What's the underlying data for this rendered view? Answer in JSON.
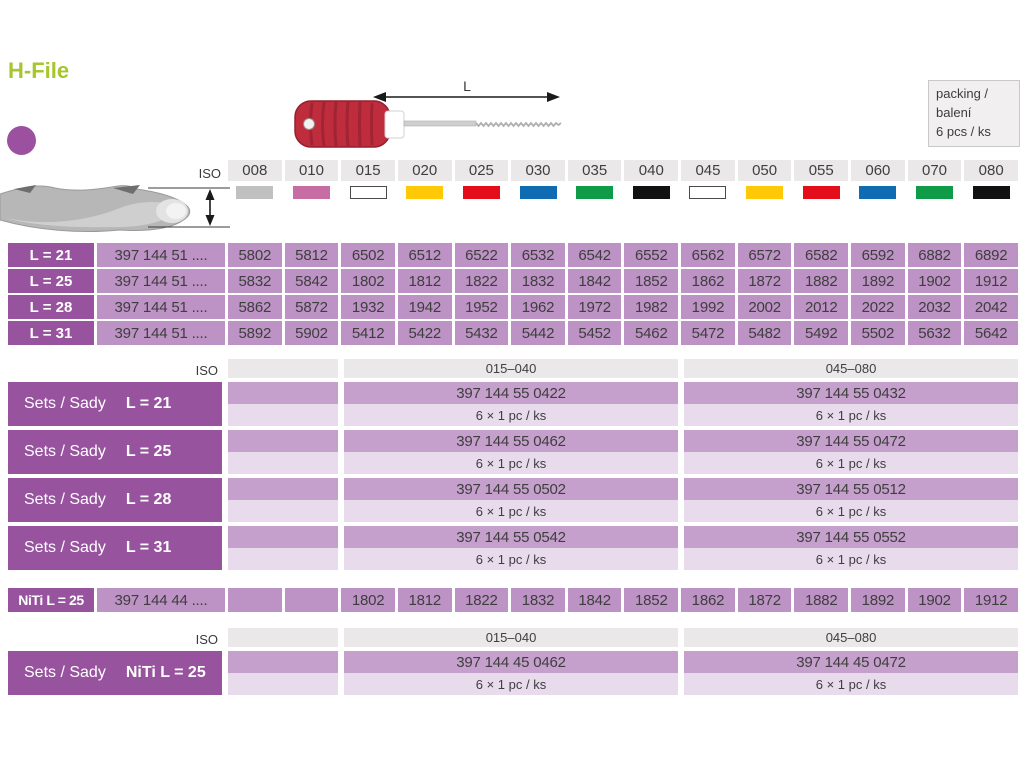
{
  "title": "H-File",
  "packing": {
    "line1": "packing / balení",
    "line2": "6 pcs / ks"
  },
  "diagram": {
    "length_label": "L"
  },
  "iso_header": {
    "label": "ISO",
    "sizes": [
      "008",
      "010",
      "015",
      "020",
      "025",
      "030",
      "035",
      "040",
      "045",
      "050",
      "055",
      "060",
      "070",
      "080"
    ],
    "colors": [
      "#c1c0c0",
      "#c76da4",
      "#ffffff",
      "#ffc907",
      "#e30e19",
      "#0f6cb2",
      "#0f9b48",
      "#111111",
      "#ffffff",
      "#ffc907",
      "#e30e19",
      "#0f6cb2",
      "#0f9b48",
      "#111111"
    ]
  },
  "main_table": {
    "rows": [
      {
        "label": "L = 21",
        "catalog": "397 144 51 ....",
        "values": [
          "5802",
          "5812",
          "6502",
          "6512",
          "6522",
          "6532",
          "6542",
          "6552",
          "6562",
          "6572",
          "6582",
          "6592",
          "6882",
          "6892"
        ]
      },
      {
        "label": "L = 25",
        "catalog": "397 144 51 ....",
        "values": [
          "5832",
          "5842",
          "1802",
          "1812",
          "1822",
          "1832",
          "1842",
          "1852",
          "1862",
          "1872",
          "1882",
          "1892",
          "1902",
          "1912"
        ]
      },
      {
        "label": "L = 28",
        "catalog": "397 144 51 ....",
        "values": [
          "5862",
          "5872",
          "1932",
          "1942",
          "1952",
          "1962",
          "1972",
          "1982",
          "1992",
          "2002",
          "2012",
          "2022",
          "2032",
          "2042"
        ]
      },
      {
        "label": "L = 31",
        "catalog": "397 144 51 ....",
        "values": [
          "5892",
          "5902",
          "5412",
          "5422",
          "5432",
          "5442",
          "5452",
          "5462",
          "5472",
          "5482",
          "5492",
          "5502",
          "5632",
          "5642"
        ]
      }
    ]
  },
  "sets_table": {
    "iso_label": "ISO",
    "col_ranges": [
      "015–040",
      "045–080"
    ],
    "qty": "6 × 1 pc / ks",
    "rows": [
      {
        "label": "Sets / Sady",
        "length": "L = 21",
        "catalogs": [
          "397 144 55 0422",
          "397 144 55 0432"
        ]
      },
      {
        "label": "Sets / Sady",
        "length": "L = 25",
        "catalogs": [
          "397 144 55 0462",
          "397 144 55 0472"
        ]
      },
      {
        "label": "Sets / Sady",
        "length": "L = 28",
        "catalogs": [
          "397 144 55 0502",
          "397 144 55 0512"
        ]
      },
      {
        "label": "Sets / Sady",
        "length": "L = 31",
        "catalogs": [
          "397 144 55 0542",
          "397 144 55 0552"
        ]
      }
    ]
  },
  "niti_table": {
    "label": "NiTi L = 25",
    "catalog": "397 144 44 ....",
    "values": [
      "",
      "",
      "1802",
      "1812",
      "1822",
      "1832",
      "1842",
      "1852",
      "1862",
      "1872",
      "1882",
      "1892",
      "1902",
      "1912"
    ]
  },
  "niti_sets": {
    "iso_label": "ISO",
    "col_ranges": [
      "015–040",
      "045–080"
    ],
    "qty": "6 × 1 pc / ks",
    "rows": [
      {
        "label": "Sets / Sady",
        "length": "NiTi L = 25",
        "catalogs": [
          "397 144 45 0462",
          "397 144 45 0472"
        ]
      }
    ]
  },
  "colors": {
    "accent_green": "#a6c52e",
    "purple_dark": "#98539e",
    "purple_mid": "#bd92c4",
    "purple_light": "#c6a0cc",
    "purple_pale": "#e7dbec",
    "header_gray": "#eae8e9",
    "dot_purple": "#9b50a0",
    "handle_red": "#bf2c3c"
  }
}
